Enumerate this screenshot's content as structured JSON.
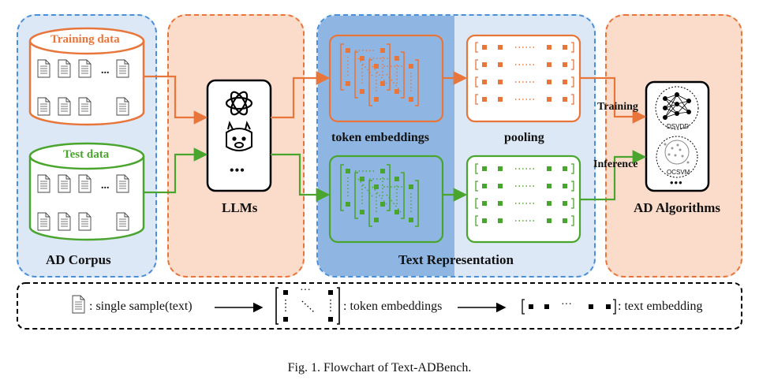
{
  "panels": {
    "corpus": {
      "title": "AD Corpus",
      "training_label": "Training data",
      "test_label": "Test data",
      "ellipsis": "..."
    },
    "llms": {
      "title": "LLMs",
      "more": "•••"
    },
    "representation": {
      "title": "Text Representation",
      "token_label": "token embeddings",
      "pooling_label": "pooling"
    },
    "algorithms": {
      "title": "AD Algorithms",
      "training_label": "Training",
      "inference_label": "Inference",
      "dsvdd_label": "DSVDD",
      "ocsvm_label": "OCSVM",
      "more": "•••"
    }
  },
  "legend": {
    "sample": ": single sample(text)",
    "token": ": token embeddings",
    "text_embedding": ": text embedding",
    "matrix_dots": "···",
    "vector_dots": "···"
  },
  "caption": "Fig. 1.  Flowchart of Text-ADBench.",
  "colors": {
    "orange": "#e8753a",
    "green": "#4aa52e",
    "blue_dash": "#4a90d9",
    "peach_fill": "#fbdccb",
    "light_blue_fill": "#dce8f6",
    "mid_blue_fill": "#8fb6e3"
  }
}
